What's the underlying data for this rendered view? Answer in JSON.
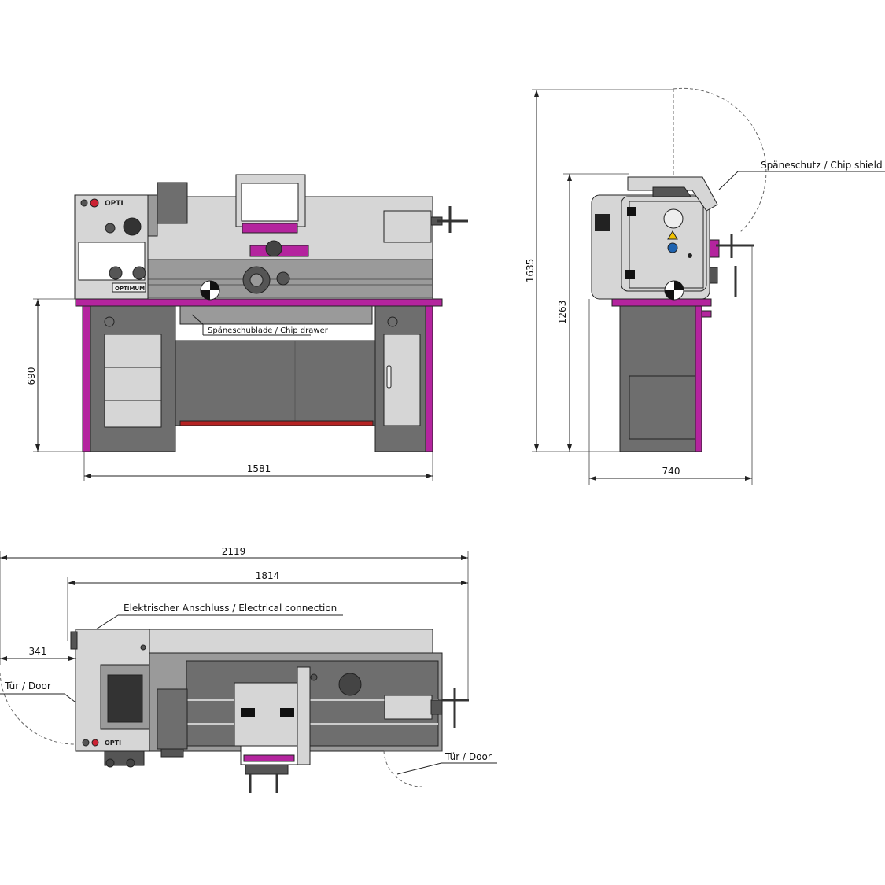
{
  "front_view": {
    "dimensions": {
      "width": "1581",
      "table_height": "690"
    },
    "labels": {
      "chip_drawer": "Späneschublade / Chip drawer"
    },
    "brand": {
      "logo": "OPTI",
      "nameplate": "OPTIMUM"
    }
  },
  "side_view": {
    "dimensions": {
      "total_height": "1635",
      "spindle_height": "1263",
      "depth": "740"
    },
    "labels": {
      "chip_shield": "Späneschutz / Chip shield"
    }
  },
  "top_view": {
    "dimensions": {
      "overall_length": "2119",
      "machine_length": "1814",
      "door_clearance": "341"
    },
    "labels": {
      "electrical_connection": "Elektrischer Anschluss / Electrical connection",
      "door_left": "Tür / Door",
      "door_right": "Tür / Door"
    },
    "brand": {
      "logo": "OPTI"
    }
  },
  "colors": {
    "accent_magenta": "#b4249e",
    "body_light_gray": "#d6d6d6",
    "body_mid_gray": "#9a9a9a",
    "body_dark_gray": "#6e6e6e",
    "drawer_red": "#b52323"
  }
}
